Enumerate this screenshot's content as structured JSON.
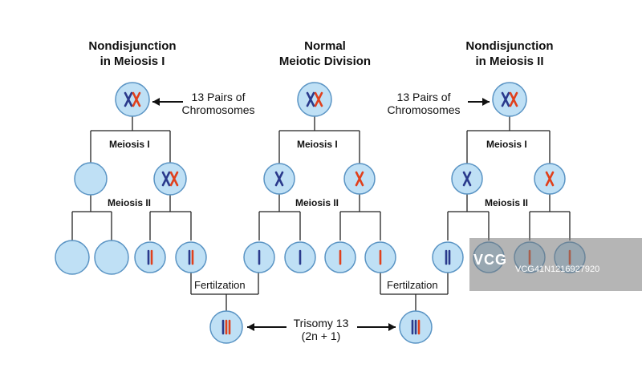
{
  "titles": {
    "left_line1": "Nondisjunction",
    "left_line2": "in Meiosis I",
    "center_line1": "Normal",
    "center_line2": "Meiotic Division",
    "right_line1": "Nondisjunction",
    "right_line2": "in Meiosis II"
  },
  "annotations": {
    "pairs_left_line1": "13 Pairs of",
    "pairs_left_line2": "Chromosomes",
    "pairs_right_line1": "13 Pairs of",
    "pairs_right_line2": "Chromosomes",
    "trisomy_line1": "Trisomy 13",
    "trisomy_line2": "(2n + 1)"
  },
  "branch_labels": {
    "meiosis1": "Meiosis I",
    "meiosis2": "Meiosis II",
    "fertilization": "Fertilzation"
  },
  "colors": {
    "cell_fill": "#bfe0f5",
    "cell_stroke": "#5a94c4",
    "chrom_blue": "#2a3a8c",
    "chrom_red": "#e0401c",
    "line": "#222222"
  },
  "watermark": {
    "logo": "VCG",
    "text": "VCG41N1216927920"
  }
}
